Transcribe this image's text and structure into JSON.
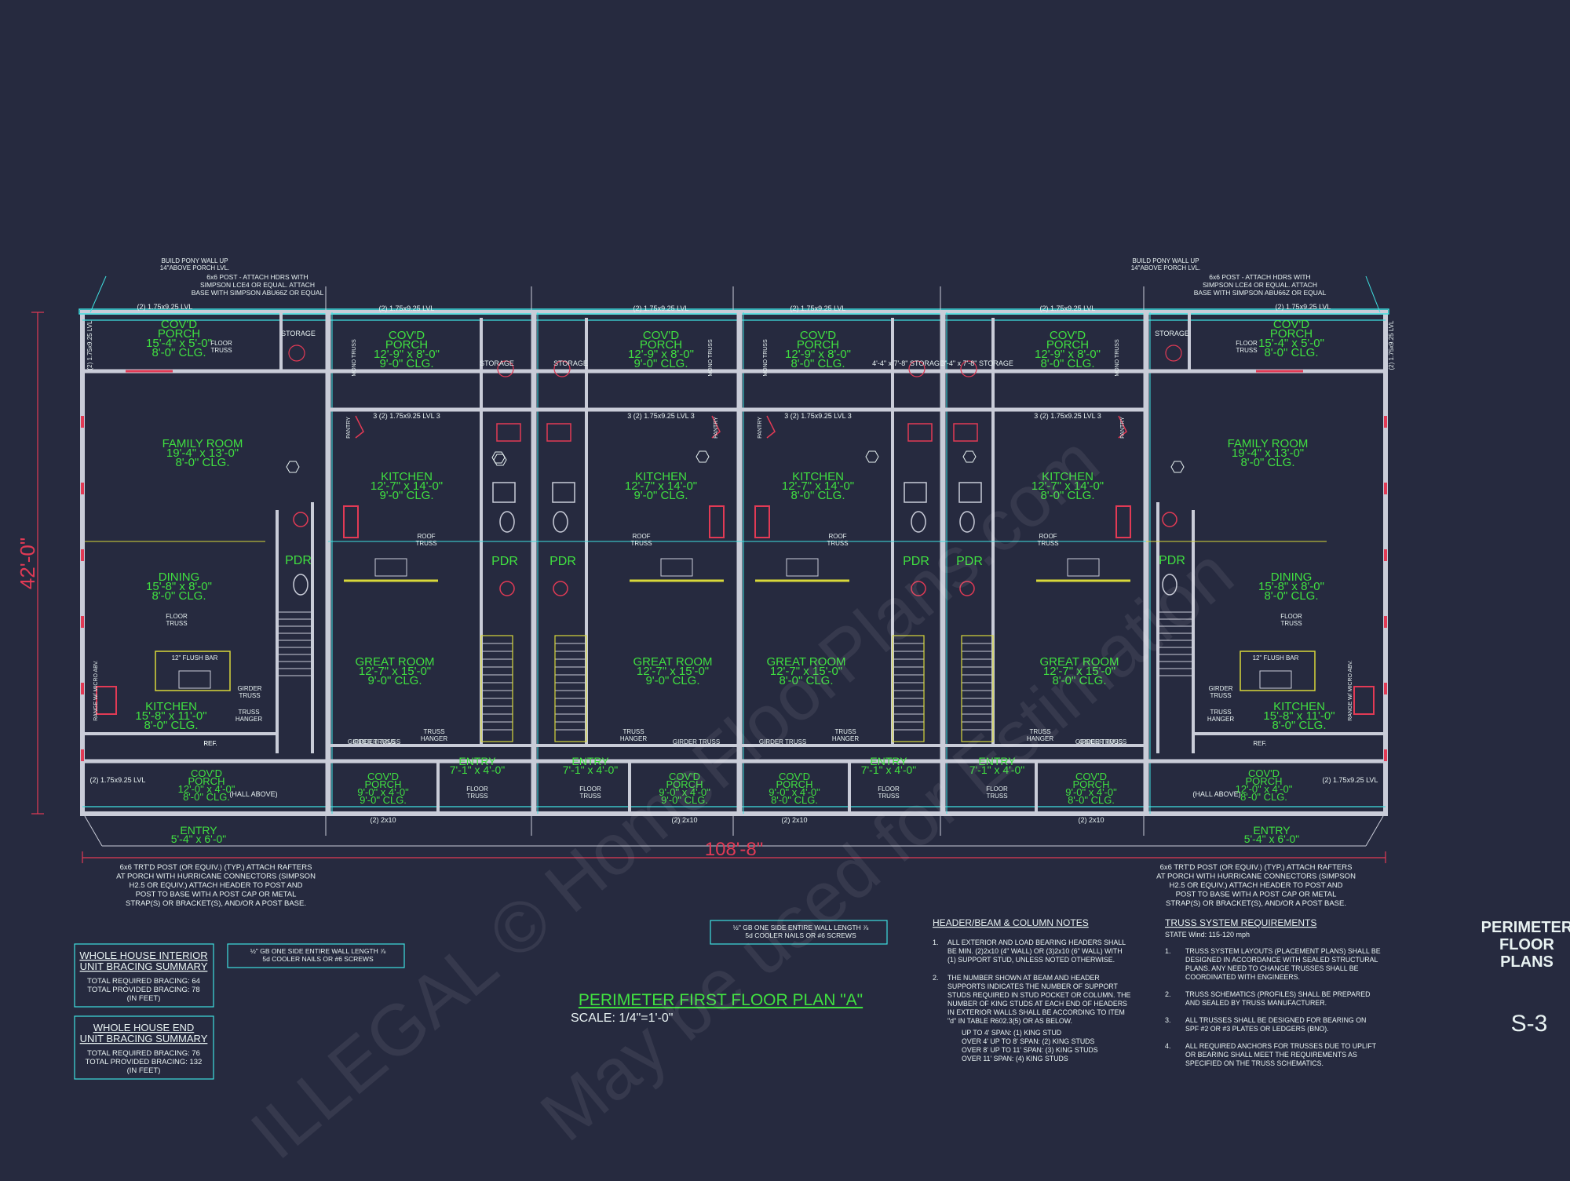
{
  "colors": {
    "background": "#262a3f",
    "wall": "#c9ccd8",
    "cyan": "#3fe0e0",
    "green": "#40e040",
    "red": "#e23a55",
    "yellow": "#d8d83a",
    "white": "#e8f2f2"
  },
  "plan": {
    "title": "PERIMETER FIRST FLOOR PLAN \"A\"",
    "scale": "SCALE:  1/4\"=1'-0\"",
    "dim_width": "108'-8\"",
    "dim_depth": "42'-0\""
  },
  "sheet": {
    "title_lines": [
      "PERIMETER",
      "FLOOR",
      "PLANS"
    ],
    "number": "S-3"
  },
  "watermark": {
    "line1": "ILLEGAL © HomeFloorPlans.com",
    "line2": "May be used for Estimation"
  },
  "end_rooms": {
    "porch": [
      "COV'D",
      "PORCH",
      "15'-4\" x 5'-0\"",
      "8'-0\" CLG."
    ],
    "family": [
      "FAMILY ROOM",
      "19'-4\" x 13'-0\"",
      "8'-0\" CLG."
    ],
    "dining": [
      "DINING",
      "15'-8\" x 8'-0\"",
      "8'-0\" CLG."
    ],
    "kitchen": [
      "KITCHEN",
      "15'-8\" x 11'-0\"",
      "8'-0\" CLG."
    ],
    "front_porch": [
      "COV'D",
      "PORCH",
      "12'-0\" x 4'-0\"",
      "8'-0\" CLG."
    ],
    "entry": [
      "ENTRY",
      "5'-4\" x 6'-0\""
    ],
    "storage": "STORAGE",
    "pdr": "PDR",
    "flush_bar": "12\" FLUSH BAR",
    "ref": "REF.",
    "range": "RANGE W/ MICRO ABV.",
    "hall_above": "(HALL ABOVE)",
    "pony_note": [
      "BUILD PONY WALL UP",
      "14\"ABOVE PORCH LVL."
    ],
    "post_note": [
      "6x6 POST - ATTACH HDRS WITH",
      "SIMPSON LCE4 OR EQUAL. ATTACH",
      "BASE WITH SIMPSON ABU66Z OR EQUAL"
    ]
  },
  "mid_units": [
    {
      "porch_lines": [
        "COV'D",
        "PORCH",
        "12'-9\" x 8'-0\"",
        "9'-0\" CLG."
      ],
      "storage": "STORAGE",
      "kitchen_lines": [
        "KITCHEN",
        "12'-7\" x 14'-0\"",
        "9'-0\" CLG."
      ],
      "great_lines": [
        "GREAT ROOM",
        "12'-7\" x 15'-0\"",
        "9'-0\" CLG."
      ],
      "entry_lines": [
        "ENTRY",
        "7'-1\" x 4'-0\""
      ],
      "fporch_lines": [
        "COV'D",
        "PORCH",
        "9'-0\" x 4'-0\"",
        "9'-0\" CLG."
      ]
    },
    {
      "porch_lines": [
        "COV'D",
        "PORCH",
        "12'-9\" x 8'-0\"",
        "9'-0\" CLG."
      ],
      "storage": "STORAGE",
      "kitchen_lines": [
        "KITCHEN",
        "12'-7\" x 14'-0\"",
        "9'-0\" CLG."
      ],
      "great_lines": [
        "GREAT ROOM",
        "12'-7\" x 15'-0\"",
        "9'-0\" CLG."
      ],
      "entry_lines": [
        "ENTRY",
        "7'-1\" x 4'-0\""
      ],
      "fporch_lines": [
        "COV'D",
        "PORCH",
        "9'-0\" x 4'-0\"",
        "9'-0\" CLG."
      ]
    },
    {
      "porch_lines": [
        "COV'D",
        "PORCH",
        "12'-9\" x 8'-0\"",
        "8'-0\" CLG."
      ],
      "storage": "4'-4\" x 7'-8\" STORAGE",
      "kitchen_lines": [
        "KITCHEN",
        "12'-7\" x 14'-0\"",
        "8'-0\" CLG."
      ],
      "great_lines": [
        "GREAT ROOM",
        "12'-7\" x 15'-0\"",
        "8'-0\" CLG."
      ],
      "entry_lines": [
        "ENTRY",
        "7'-1\" x 4'-0\""
      ],
      "fporch_lines": [
        "COV'D",
        "PORCH",
        "9'-0\" x 4'-0\"",
        "8'-0\" CLG."
      ]
    },
    {
      "porch_lines": [
        "COV'D",
        "PORCH",
        "12'-9\" x 8'-0\"",
        "8'-0\" CLG."
      ],
      "storage": "3'-4\" x 7'-8\" STORAGE",
      "kitchen_lines": [
        "KITCHEN",
        "12'-7\" x 14'-0\"",
        "8'-0\" CLG."
      ],
      "great_lines": [
        "GREAT ROOM",
        "12'-7\" x 15'-0\"",
        "8'-0\" CLG."
      ],
      "entry_lines": [
        "ENTRY",
        "7'-1\" x 4'-0\""
      ],
      "fporch_lines": [
        "COV'D",
        "PORCH",
        "9'-0\" x 4'-0\"",
        "8'-0\" CLG."
      ]
    }
  ],
  "labels": {
    "lvl": "(2) 1.75x9.25 LVL",
    "lvl_side": "(2) 1.75x9.25 LVL",
    "lvl_3": "3 (2) 1.75x9.25 LVL 3",
    "header_2x10": "(2) 2x10",
    "roof_truss": [
      "ROOF",
      "TRUSS"
    ],
    "floor_truss": [
      "FLOOR",
      "TRUSS"
    ],
    "mono_truss": "MONO TRUSS",
    "girder_truss": "GIRDER TRUSS",
    "truss_hanger": [
      "TRUSS",
      "HANGER"
    ],
    "girder_truss_2": [
      "GIRDER",
      "TRUSS"
    ],
    "pantry": "PANTRY",
    "pdr": "PDR",
    "ref": "REF.",
    "range": "RANGE W/ MICRO ABV."
  },
  "post_notes": {
    "text": [
      "6x6 TRT'D POST (OR EQUIV.) (TYP.) ATTACH RAFTERS",
      "AT PORCH WITH HURRICANE CONNECTORS (SIMPSON",
      "H2.5 OR EQUIV.) ATTACH HEADER TO POST AND",
      "POST TO BASE WITH A POST CAP OR METAL",
      "STRAP(S) OR BRACKET(S), AND/OR A POST BASE."
    ]
  },
  "gb_note": [
    "½\" GB ONE SIDE ENTIRE WALL LENGTH ⅞",
    "5d COOLER NAILS OR #6 SCREWS"
  ],
  "bracing": [
    {
      "title": [
        "WHOLE HOUSE INTERIOR",
        "UNIT BRACING SUMMARY"
      ],
      "lines": [
        "TOTAL REQUIRED BRACING: 64",
        "TOTAL PROVIDED BRACING: 78",
        "(IN FEET)"
      ]
    },
    {
      "title": [
        "WHOLE HOUSE END",
        "UNIT BRACING SUMMARY"
      ],
      "lines": [
        "TOTAL REQUIRED BRACING: 76",
        "TOTAL PROVIDED BRACING: 132",
        "(IN FEET)"
      ]
    }
  ],
  "header_notes": {
    "title": "HEADER/BEAM & COLUMN NOTES",
    "items": [
      {
        "num": "1.",
        "lines": [
          "ALL EXTERIOR AND LOAD BEARING HEADERS SHALL",
          "BE MIN. (2)2x10 (4\" WALL) OR (3)2x10 (6\" WALL) WITH",
          "(1) SUPPORT STUD, UNLESS NOTED OTHERWISE."
        ]
      },
      {
        "num": "2.",
        "lines": [
          "THE NUMBER SHOWN AT BEAM AND HEADER",
          "SUPPORTS INDICATES THE NUMBER OF SUPPORT",
          "STUDS REQUIRED IN STUD POCKET OR COLUMN. THE",
          "NUMBER OF KING STUDS AT EACH END OF HEADERS",
          "IN EXTERIOR WALLS SHALL BE ACCORDING TO ITEM",
          "\"d\" IN TABLE R602.3(5) OR AS BELOW."
        ]
      }
    ],
    "spans": [
      "UP TO 4' SPAN: (1) KING STUD",
      "OVER 4' UP TO 8' SPAN: (2) KING STUDS",
      "OVER 8' UP TO 11' SPAN: (3) KING STUDS",
      "OVER 11' SPAN: (4) KING STUDS"
    ]
  },
  "truss_notes": {
    "title": "TRUSS SYSTEM REQUIREMENTS",
    "subtitle": "STATE Wind: 115-120 mph",
    "items": [
      {
        "num": "1.",
        "lines": [
          "TRUSS SYSTEM LAYOUTS (PLACEMENT PLANS) SHALL BE",
          "DESIGNED IN ACCORDANCE WITH SEALED STRUCTURAL",
          "PLANS. ANY NEED TO CHANGE TRUSSES SHALL BE",
          "COORDINATED WITH ENGINEERS."
        ]
      },
      {
        "num": "2.",
        "lines": [
          "TRUSS SCHEMATICS (PROFILES) SHALL BE PREPARED",
          "AND SEALED BY TRUSS MANUFACTURER."
        ]
      },
      {
        "num": "3.",
        "lines": [
          "ALL TRUSSES SHALL BE DESIGNED FOR BEARING ON",
          "SPF #2 OR #3 PLATES OR LEDGERS (BNO)."
        ]
      },
      {
        "num": "4.",
        "lines": [
          "ALL REQUIRED ANCHORS FOR TRUSSES DUE TO UPLIFT",
          "OR BEARING SHALL MEET THE REQUIREMENTS AS",
          "SPECIFIED ON THE TRUSS SCHEMATICS."
        ]
      }
    ]
  }
}
